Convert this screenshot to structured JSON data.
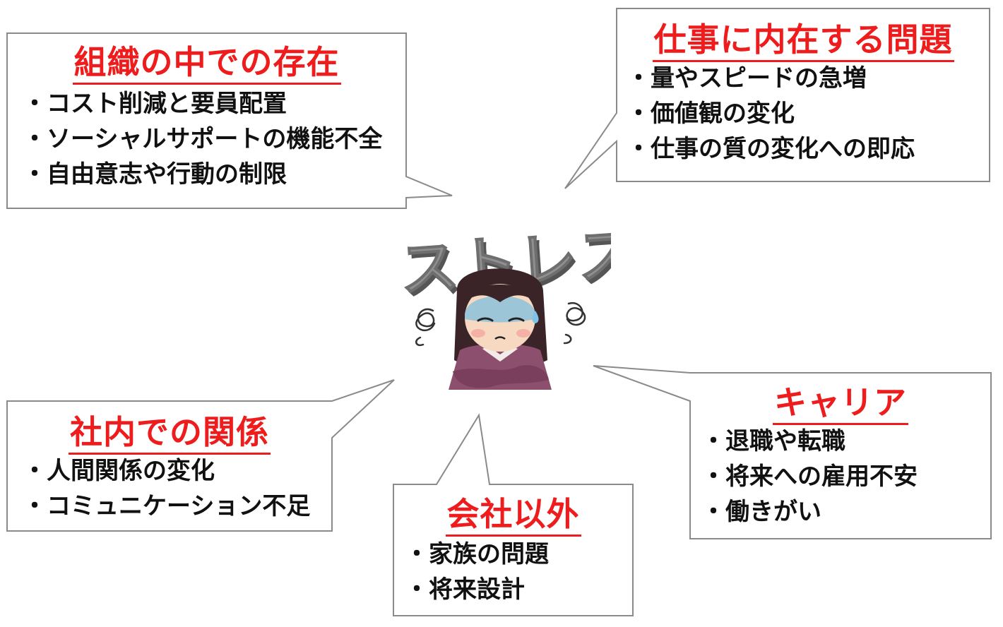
{
  "boxes": {
    "org": {
      "title": "組織の中での存在",
      "items": [
        "・コスト削減と要員配置",
        "・ソーシャルサポートの機能不全",
        "・自由意志や行動の制限"
      ]
    },
    "work": {
      "title": "仕事に内在する問題",
      "items": [
        "・量やスピードの急増",
        "・価値観の変化",
        "・仕事の質の変化への即応"
      ]
    },
    "inner": {
      "title": "社内での関係",
      "items": [
        "・人間関係の変化",
        "・コミュニケーション不足"
      ]
    },
    "career": {
      "title": "キャリア",
      "items": [
        "・退職や転職",
        "・将来への雇用不安",
        "・働きがい"
      ]
    },
    "outside": {
      "title": "会社以外",
      "items": [
        "・家族の問題",
        "・将来設計"
      ]
    }
  },
  "illustration": {
    "word": "ストレス",
    "colors": {
      "word": "#8f8f8f",
      "hair": "#3a2428",
      "face": "#f7d9c2",
      "stress_face": "#9cc6d8",
      "sweater": "#8d4f6e",
      "collar": "#f2ece8"
    }
  },
  "colors": {
    "title": "#ee1c1c",
    "border": "#8a8a8a",
    "text": "#111111"
  }
}
